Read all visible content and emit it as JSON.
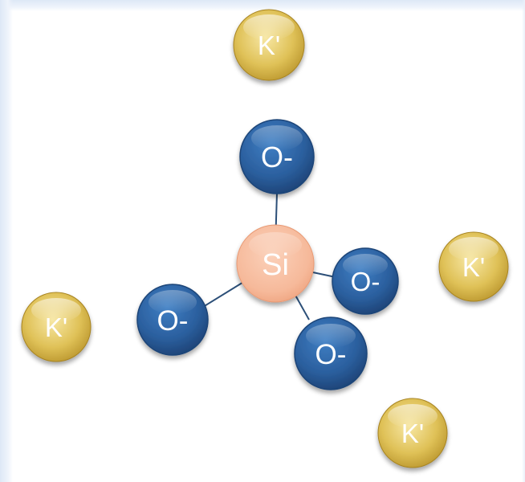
{
  "colors": {
    "oxygen": "#2b5f9e",
    "oxygen_dark": "#1d4478",
    "silicon": "#f6b99a",
    "silicon_dark": "#eea07c",
    "potassium": "#d8b43c",
    "potassium_dark": "#a88420",
    "bond": "#2c4f78",
    "label_light": "#ffffff"
  },
  "atoms": {
    "silicon": {
      "label": "Si"
    },
    "oxygens": [
      {
        "label": "O-"
      },
      {
        "label": "O-"
      },
      {
        "label": "O-"
      },
      {
        "label": "O-"
      }
    ],
    "potassiums": [
      {
        "label": "K'"
      },
      {
        "label": "K'"
      },
      {
        "label": "K'"
      },
      {
        "label": "K'"
      }
    ]
  }
}
